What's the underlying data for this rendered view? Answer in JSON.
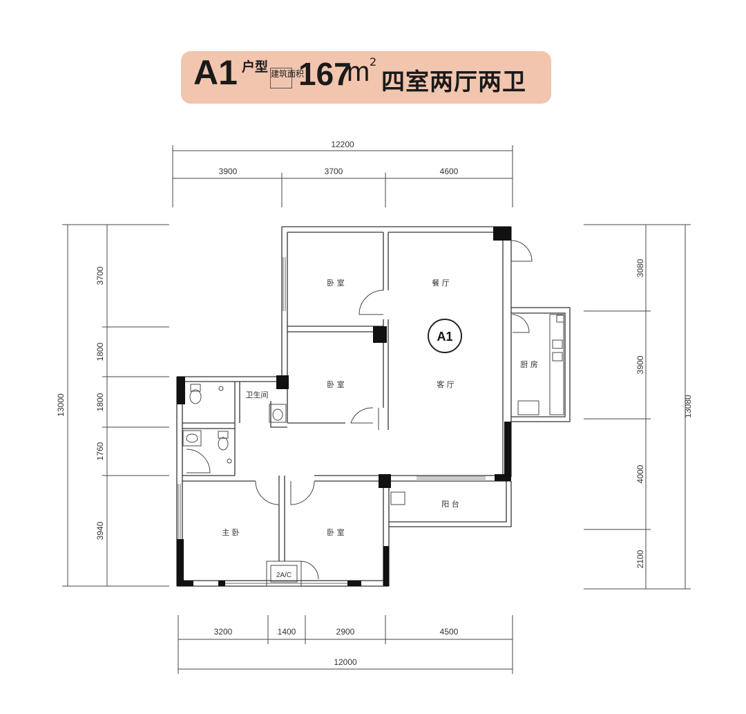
{
  "title": {
    "code": "A1",
    "hu": "户型",
    "area_label": "建筑面积",
    "area_value": "167",
    "area_unit": "m",
    "area_sup": "2",
    "layout": "四室两厅两卫"
  },
  "rooms": {
    "bedroom": "卧 室",
    "dining": "餐 厅",
    "living": "客 厅",
    "kitchen": "厨 房",
    "bathroom": "卫生间",
    "master": "主 卧",
    "balcony": "阳 台",
    "unit_marker": "A1",
    "ac": "2A/C"
  },
  "dimensions": {
    "top_total": "12200",
    "top_segments": [
      "3900",
      "3700",
      "4600"
    ],
    "bottom_segments": [
      "3200",
      "1400",
      "2900",
      "4500"
    ],
    "bottom_total": "12000",
    "left_total": "13000",
    "left_segments": [
      "3700",
      "1800",
      "1800",
      "1760",
      "3940"
    ],
    "right_total": "13080",
    "right_segments": [
      "3080",
      "3900",
      "4000",
      "2100"
    ]
  },
  "colors": {
    "banner": "#f2c5ae",
    "wall": "#111111",
    "line": "#444444"
  }
}
